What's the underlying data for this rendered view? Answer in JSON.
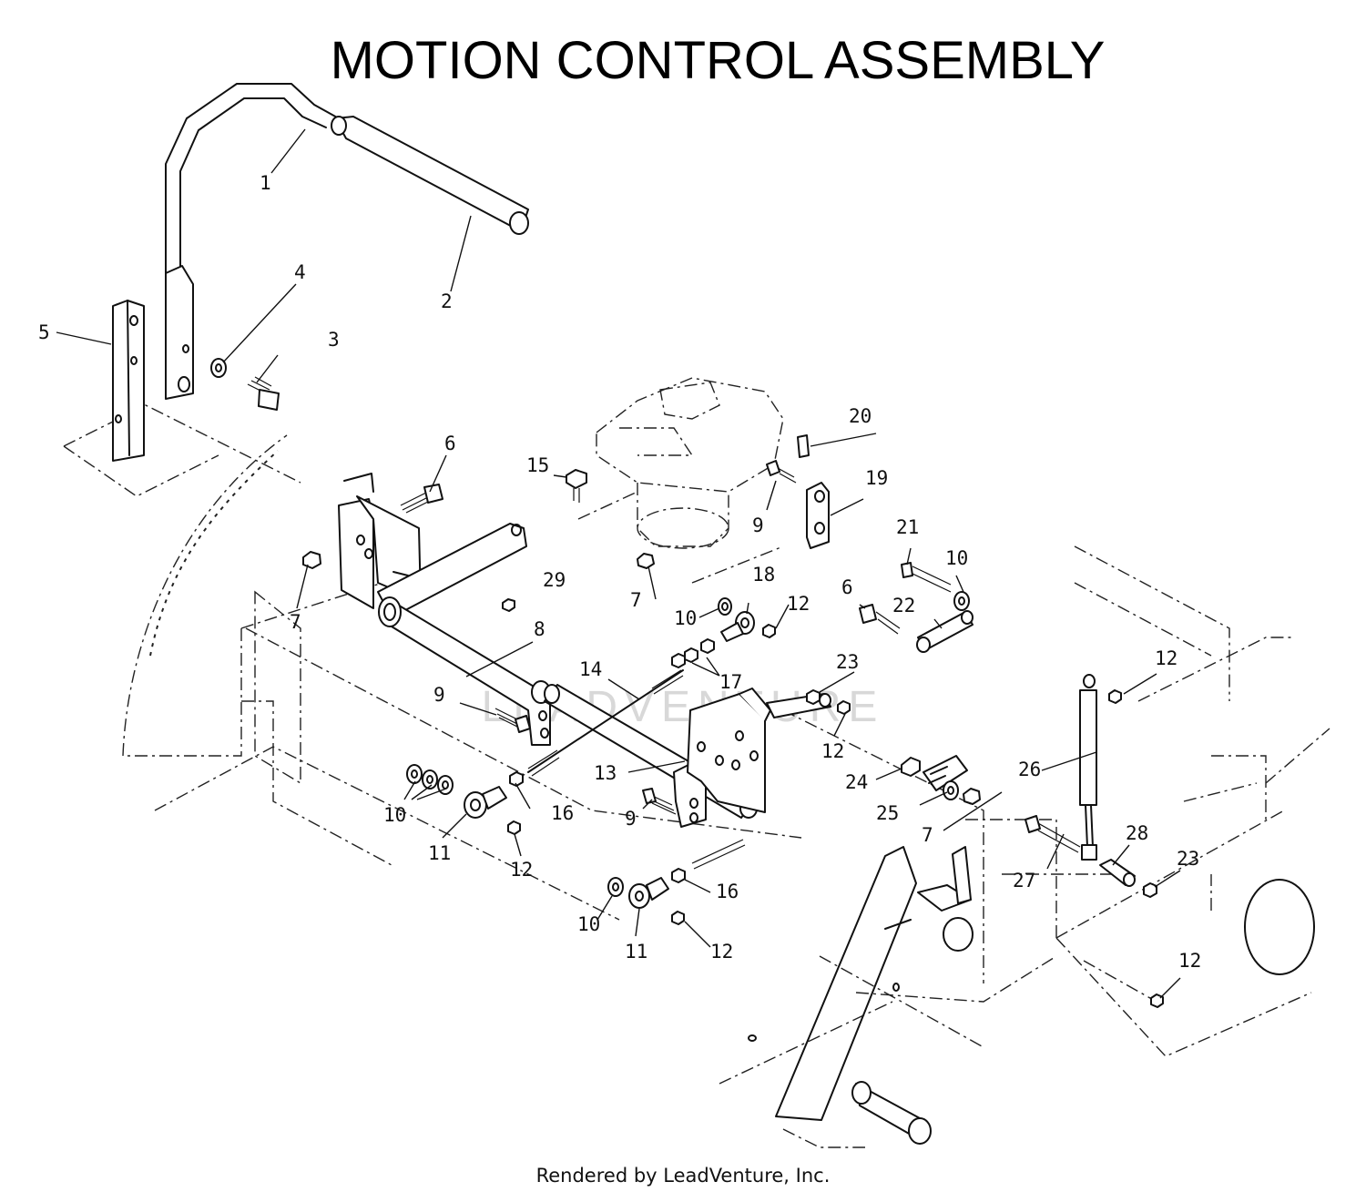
{
  "title": "MOTION CONTROL ASSEMBLY",
  "credit": "Rendered by LeadVenture, Inc.",
  "watermark": "LEADVENTURE",
  "colors": {
    "line": "#111111",
    "watermark": "#d8d8d8",
    "background": "#ffffff"
  },
  "callouts": {
    "c1": "1",
    "c2": "2",
    "c3": "3",
    "c4": "4",
    "c5": "5",
    "c6a": "6",
    "c6b": "6",
    "c7a": "7",
    "c7b": "7",
    "c7c": "7",
    "c8": "8",
    "c9a": "9",
    "c9b": "9",
    "c9c": "9",
    "c10a": "10",
    "c10b": "10",
    "c10c": "10",
    "c10d": "10",
    "c11a": "11",
    "c11b": "11",
    "c12a": "12",
    "c12b": "12",
    "c12c": "12",
    "c12d": "12",
    "c12e": "12",
    "c12f": "12",
    "c13": "13",
    "c14": "14",
    "c15": "15",
    "c16a": "16",
    "c16b": "16",
    "c17": "17",
    "c18": "18",
    "c19": "19",
    "c20": "20",
    "c21": "21",
    "c22": "22",
    "c23a": "23",
    "c23b": "23",
    "c24": "24",
    "c25": "25",
    "c26": "26",
    "c27": "27",
    "c28": "28",
    "c29": "29"
  }
}
